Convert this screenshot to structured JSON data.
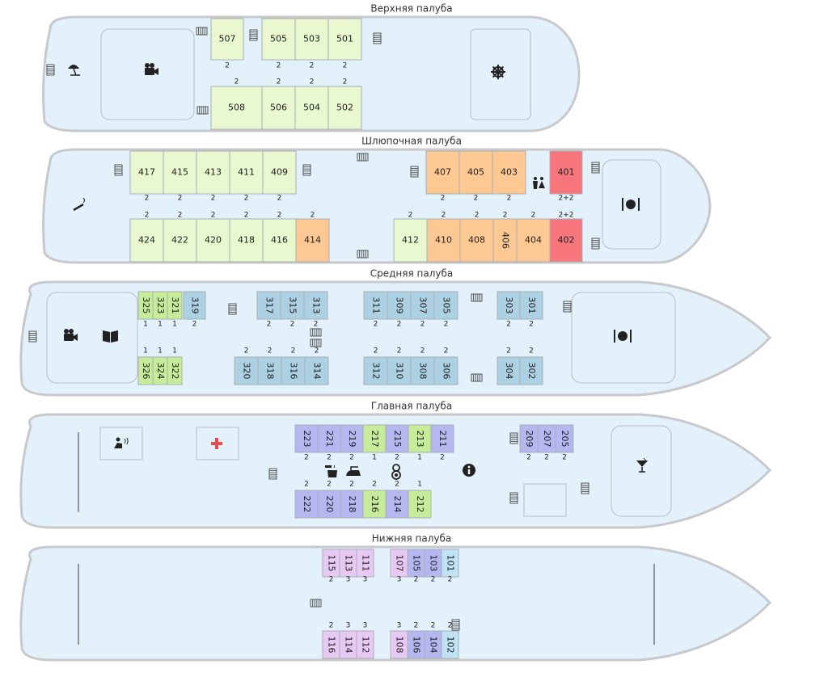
{
  "colors": {
    "hull_fill": "#e3f1fb",
    "hull_stroke": "#c7c9cc",
    "green": "#e9f8cf",
    "green_mid": "#c6ec9a",
    "orange": "#fdc891",
    "red": "#f6767b",
    "blue": "#acd1e2",
    "violet": "#b4b7f0",
    "lilac": "#e8c9f3",
    "light_blue": "#bfe3f5"
  },
  "decks": [
    {
      "title": "Верхняя палуба",
      "cabins": [
        {
          "num": "507",
          "cap": "2",
          "color": "green"
        },
        {
          "num": "505",
          "cap": "2",
          "color": "green"
        },
        {
          "num": "503",
          "cap": "2",
          "color": "green"
        },
        {
          "num": "501",
          "cap": "2",
          "color": "green"
        },
        {
          "num": "508",
          "cap": "2",
          "color": "green"
        },
        {
          "num": "506",
          "cap": "2",
          "color": "green"
        },
        {
          "num": "504",
          "cap": "2",
          "color": "green"
        },
        {
          "num": "502",
          "cap": "2",
          "color": "green"
        }
      ],
      "icons": [
        "beach-umbrella-icon",
        "cinema-camera-icon",
        "helm-wheel-icon"
      ]
    },
    {
      "title": "Шлюпочная палуба",
      "cabins": [
        {
          "num": "417",
          "cap": "2",
          "color": "green"
        },
        {
          "num": "415",
          "cap": "2",
          "color": "green"
        },
        {
          "num": "413",
          "cap": "2",
          "color": "green"
        },
        {
          "num": "411",
          "cap": "2",
          "color": "green"
        },
        {
          "num": "409",
          "cap": "2",
          "color": "green"
        },
        {
          "num": "407",
          "cap": "2",
          "color": "orange"
        },
        {
          "num": "405",
          "cap": "2",
          "color": "orange"
        },
        {
          "num": "403",
          "cap": "2",
          "color": "orange"
        },
        {
          "num": "401",
          "cap": "2+2",
          "color": "red"
        },
        {
          "num": "424",
          "cap": "2",
          "color": "green"
        },
        {
          "num": "422",
          "cap": "2",
          "color": "green"
        },
        {
          "num": "420",
          "cap": "2",
          "color": "green"
        },
        {
          "num": "418",
          "cap": "2",
          "color": "green"
        },
        {
          "num": "416",
          "cap": "2",
          "color": "green"
        },
        {
          "num": "414",
          "cap": "2",
          "color": "orange"
        },
        {
          "num": "412",
          "cap": "2",
          "color": "green"
        },
        {
          "num": "410",
          "cap": "2",
          "color": "orange"
        },
        {
          "num": "408",
          "cap": "2",
          "color": "orange"
        },
        {
          "num": "406",
          "cap": "2",
          "color": "orange"
        },
        {
          "num": "404",
          "cap": "2",
          "color": "orange"
        },
        {
          "num": "402",
          "cap": "2+2",
          "color": "red"
        }
      ],
      "icons": [
        "smoking-icon",
        "restroom-icon",
        "restaurant-icon"
      ]
    },
    {
      "title": "Средняя палуба",
      "cabins": [
        {
          "num": "325",
          "cap": "1",
          "color": "green_mid"
        },
        {
          "num": "323",
          "cap": "1",
          "color": "green_mid"
        },
        {
          "num": "321",
          "cap": "1",
          "color": "green_mid"
        },
        {
          "num": "319",
          "cap": "2",
          "color": "blue"
        },
        {
          "num": "317",
          "cap": "2",
          "color": "blue"
        },
        {
          "num": "315",
          "cap": "2",
          "color": "blue"
        },
        {
          "num": "313",
          "cap": "2",
          "color": "blue"
        },
        {
          "num": "311",
          "cap": "2",
          "color": "blue"
        },
        {
          "num": "309",
          "cap": "2",
          "color": "blue"
        },
        {
          "num": "307",
          "cap": "2",
          "color": "blue"
        },
        {
          "num": "305",
          "cap": "2",
          "color": "blue"
        },
        {
          "num": "303",
          "cap": "2",
          "color": "blue"
        },
        {
          "num": "301",
          "cap": "2",
          "color": "blue"
        },
        {
          "num": "326",
          "cap": "1",
          "color": "green_mid"
        },
        {
          "num": "324",
          "cap": "1",
          "color": "green_mid"
        },
        {
          "num": "322",
          "cap": "1",
          "color": "green_mid"
        },
        {
          "num": "320",
          "cap": "2",
          "color": "blue"
        },
        {
          "num": "318",
          "cap": "2",
          "color": "blue"
        },
        {
          "num": "316",
          "cap": "2",
          "color": "blue"
        },
        {
          "num": "314",
          "cap": "2",
          "color": "blue"
        },
        {
          "num": "312",
          "cap": "2",
          "color": "blue"
        },
        {
          "num": "310",
          "cap": "2",
          "color": "blue"
        },
        {
          "num": "308",
          "cap": "2",
          "color": "blue"
        },
        {
          "num": "306",
          "cap": "2",
          "color": "blue"
        },
        {
          "num": "304",
          "cap": "2",
          "color": "blue"
        },
        {
          "num": "302",
          "cap": "2",
          "color": "blue"
        }
      ],
      "icons": [
        "cinema-camera-icon",
        "library-book-icon",
        "restaurant-icon"
      ]
    },
    {
      "title": "Главная палуба",
      "cabins": [
        {
          "num": "223",
          "cap": "2",
          "color": "violet"
        },
        {
          "num": "221",
          "cap": "2",
          "color": "violet"
        },
        {
          "num": "219",
          "cap": "2",
          "color": "violet"
        },
        {
          "num": "217",
          "cap": "1",
          "color": "green_mid"
        },
        {
          "num": "215",
          "cap": "2",
          "color": "violet"
        },
        {
          "num": "213",
          "cap": "1",
          "color": "green_mid"
        },
        {
          "num": "211",
          "cap": "2",
          "color": "violet"
        },
        {
          "num": "209",
          "cap": "2",
          "color": "violet"
        },
        {
          "num": "207",
          "cap": "2",
          "color": "violet"
        },
        {
          "num": "205",
          "cap": "2",
          "color": "violet"
        },
        {
          "num": "222",
          "cap": "2",
          "color": "violet"
        },
        {
          "num": "220",
          "cap": "2",
          "color": "violet"
        },
        {
          "num": "218",
          "cap": "2",
          "color": "violet"
        },
        {
          "num": "216",
          "cap": "2",
          "color": "green_mid"
        },
        {
          "num": "214",
          "cap": "2",
          "color": "violet"
        },
        {
          "num": "212",
          "cap": "1",
          "color": "green_mid"
        }
      ],
      "icons": [
        "massage-icon",
        "medical-cross-icon",
        "boiling-water-icon",
        "ironing-icon",
        "kids-room-icon",
        "info-icon",
        "cocktail-bar-icon"
      ]
    },
    {
      "title": "Нижняя палуба",
      "cabins": [
        {
          "num": "115",
          "cap": "2",
          "color": "lilac"
        },
        {
          "num": "113",
          "cap": "3",
          "color": "lilac"
        },
        {
          "num": "111",
          "cap": "3",
          "color": "lilac"
        },
        {
          "num": "107",
          "cap": "3",
          "color": "lilac"
        },
        {
          "num": "105",
          "cap": "2",
          "color": "violet"
        },
        {
          "num": "103",
          "cap": "2",
          "color": "violet"
        },
        {
          "num": "101",
          "cap": "2",
          "color": "light_blue"
        },
        {
          "num": "116",
          "cap": "2",
          "color": "lilac"
        },
        {
          "num": "114",
          "cap": "3",
          "color": "lilac"
        },
        {
          "num": "112",
          "cap": "3",
          "color": "lilac"
        },
        {
          "num": "108",
          "cap": "3",
          "color": "lilac"
        },
        {
          "num": "106",
          "cap": "2",
          "color": "violet"
        },
        {
          "num": "104",
          "cap": "2",
          "color": "violet"
        },
        {
          "num": "102",
          "cap": "2",
          "color": "light_blue"
        }
      ],
      "icons": []
    }
  ]
}
